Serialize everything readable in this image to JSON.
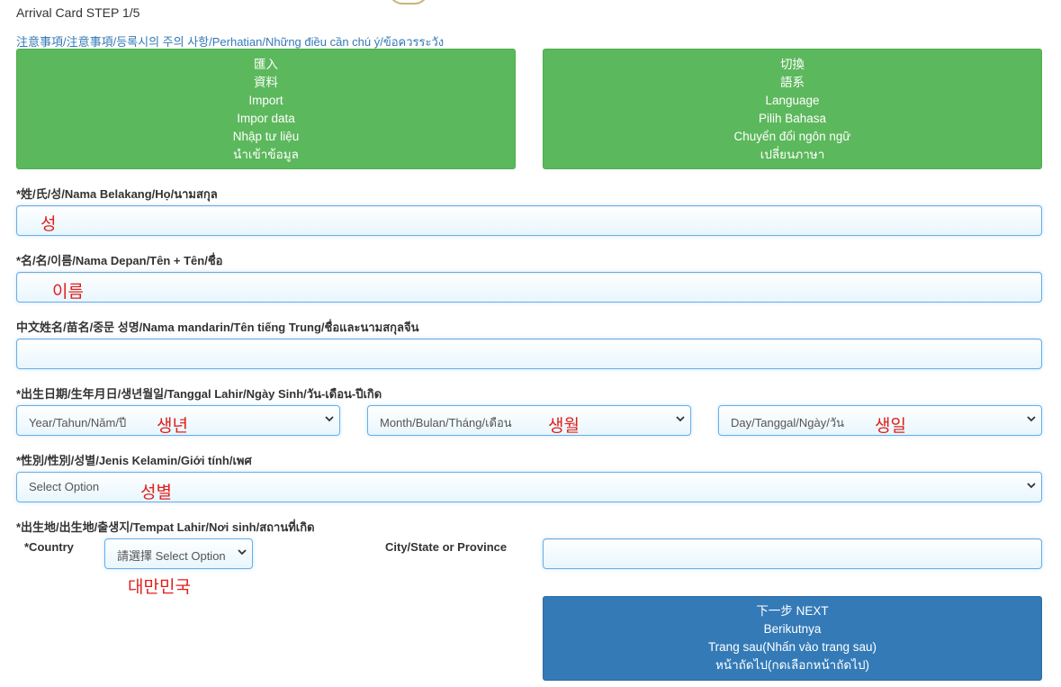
{
  "header": {
    "step_title": "Arrival Card STEP 1/5",
    "notice_link": "注意事項/注意事項/등록시의 주의 사항/Perhatian/Những điều cần chú ý/ข้อควรระวัง"
  },
  "import_button": {
    "lines": [
      "匯入",
      "資料",
      "Import",
      "Impor data",
      "Nhập tư liệu",
      "นำเข้าข้อมูล"
    ]
  },
  "language_button": {
    "lines": [
      "切換",
      "語系",
      "Language",
      "Pilih Bahasa",
      "Chuyển đổi ngôn ngữ",
      "เปลี่ยนภาษา"
    ]
  },
  "fields": {
    "last_name": {
      "label": "*姓/氏/성/Nama Belakang/Họ/นามสกุล",
      "annotation": "성"
    },
    "first_name": {
      "label": "*名/名/이름/Nama Depan/Tên + Tên/ชื่อ",
      "annotation": "이름"
    },
    "chinese_name": {
      "label": "中文姓名/苗名/중문 성명/Nama mandarin/Tên tiếng Trung/ชื่อและนามสกุลจีน"
    },
    "dob": {
      "label": "*出生日期/生年月日/생년월일/Tanggal Lahir/Ngày Sinh/วัน-เดือน-ปีเกิด",
      "year_selected": "Year/Tahun/Năm/ปี",
      "month_selected": "Month/Bulan/Tháng/เดือน",
      "day_selected": "Day/Tanggal/Ngày/วัน",
      "year_annotation": "생년",
      "month_annotation": "생월",
      "day_annotation": "생일"
    },
    "gender": {
      "label": "*性別/性別/성별/Jenis Kelamin/Giới tính/เพศ",
      "selected": "Select Option",
      "annotation": "성별"
    },
    "birthplace": {
      "label": "*出生地/出生地/출생지/Tempat Lahir/Nơi sinh/สถานที่เกิด",
      "country_label": "*Country",
      "country_selected": "請選擇 Select Option",
      "country_annotation": "대만민국",
      "city_label": "City/State or Province"
    }
  },
  "next_button": {
    "lines": [
      "下一步 NEXT",
      "Berikutnya",
      "Trang sau(Nhấn vào trang sau)",
      "หน้าถัดไป(กดเลือกหน้าถัดไป)"
    ]
  },
  "colors": {
    "green_button": "#5cb85c",
    "blue_button": "#337ab7",
    "link": "#337ab7",
    "annotation": "#e0201c"
  }
}
